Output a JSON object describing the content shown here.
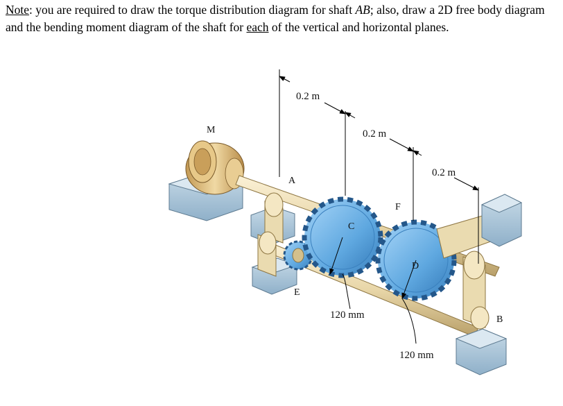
{
  "note": {
    "prefix": "Note",
    "text_1": ": you are required to draw the torque distribution diagram for shaft ",
    "shaft": "AB",
    "text_2": "; also, draw a 2D free body diagram and the bending moment diagram of the shaft for ",
    "emphasis": "each",
    "text_3": " of the vertical and horizontal planes."
  },
  "figure": {
    "dimensions": {
      "d1": "0.2 m",
      "d2": "0.2 m",
      "d3": "0.2 m",
      "radius_c": "120 mm",
      "radius_d": "120 mm"
    },
    "points": {
      "M": "M",
      "A": "A",
      "C": "C",
      "F": "F",
      "D": "D",
      "E": "E",
      "B": "B"
    },
    "colors": {
      "shaft": "#e8d6a8",
      "gear": "#5fa8e0",
      "block": "#a9c4d8",
      "motor": "#d9b878"
    }
  }
}
